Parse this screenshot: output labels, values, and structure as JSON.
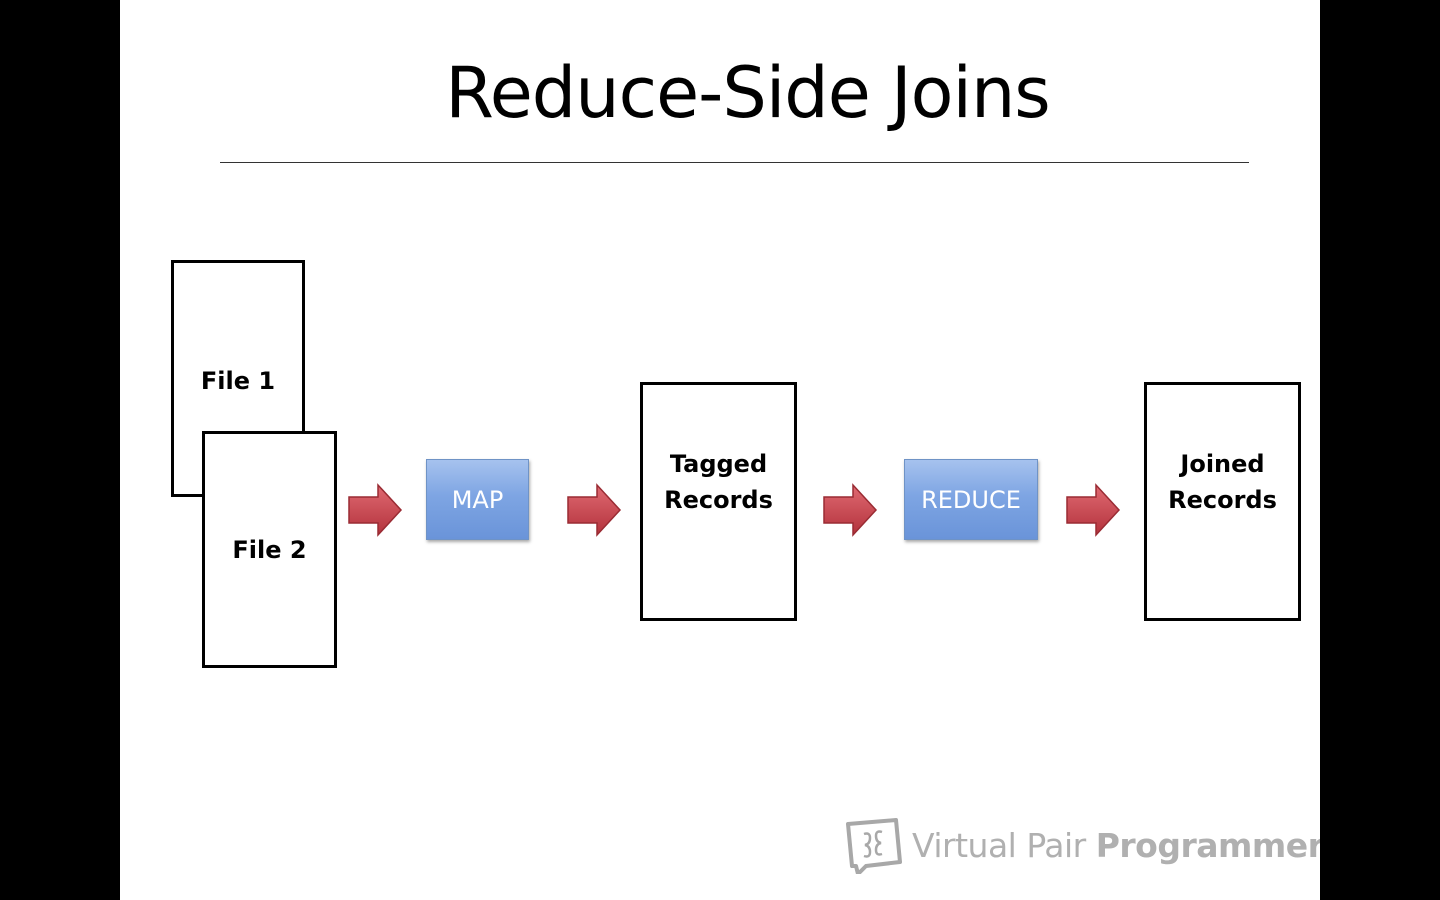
{
  "title": "Reduce-Side Joins",
  "diagram": {
    "file1": "File 1",
    "file2": "File 2",
    "map": "MAP",
    "tagged": "Tagged\nRecords",
    "reduce": "REDUCE",
    "joined": "Joined\nRecords"
  },
  "brand": {
    "light": "Virtual Pair ",
    "bold": "Programmers",
    "icon": "speech-bubbles-logo-icon"
  },
  "colors": {
    "arrow": "#c8404a",
    "process_box": "#7ea5e3",
    "background": "#ffffff",
    "frame": "#000000"
  }
}
